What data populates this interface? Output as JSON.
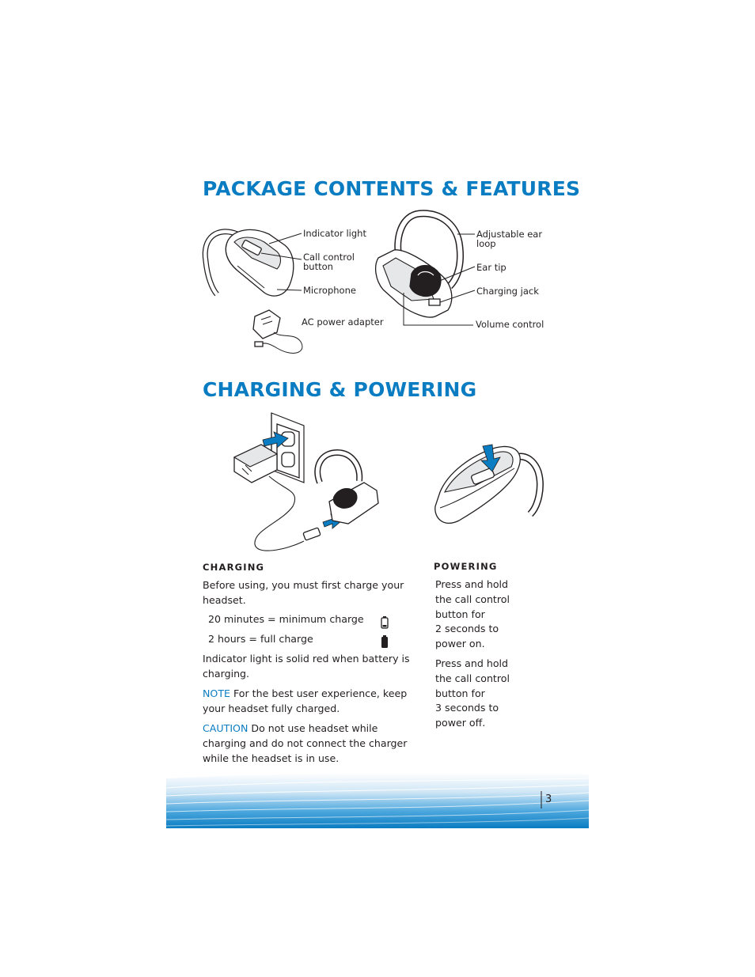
{
  "sections": {
    "package_title": "PACKAGE CONTENTS & FEATURES",
    "charging_powering_title": "CHARGING & POWERING"
  },
  "features": {
    "indicator_light": "Indicator light",
    "call_control_button_1": "Call control",
    "call_control_button_2": "button",
    "microphone": "Microphone",
    "ac_power_adapter": "AC power adapter",
    "adjustable_ear_loop_1": "Adjustable ear",
    "adjustable_ear_loop_2": "loop",
    "ear_tip": "Ear tip",
    "charging_jack": "Charging jack",
    "volume_control": "Volume control"
  },
  "charging": {
    "heading": "CHARGING",
    "intro": "Before using, you must first charge your headset.",
    "min_charge": "20 minutes = minimum charge",
    "full_charge": "2 hours = full charge",
    "indicator": "Indicator light is solid red when battery is charging.",
    "note_label": "NOTE",
    "note_text": " For the best user experience, keep your headset fully charged.",
    "caution_label": "CAUTION",
    "caution_text": " Do not use headset while charging and do not connect the charger while the headset is in use."
  },
  "powering": {
    "heading": "POWERING",
    "power_on": [
      "Press and hold",
      "the call control",
      "button for",
      "2 seconds to",
      "power on."
    ],
    "power_off": [
      "Press and hold",
      "the call control",
      "button for",
      "3 seconds to",
      "power off."
    ]
  },
  "footer": {
    "page_number": "3"
  },
  "colors": {
    "accent": "#0a7cc1",
    "text": "#231f20"
  }
}
